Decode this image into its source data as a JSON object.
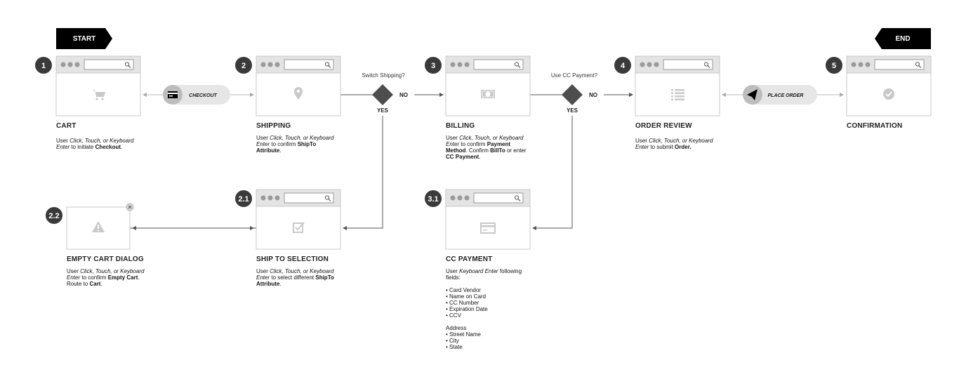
{
  "start_label": "START",
  "end_label": "END",
  "decisions": [
    {
      "question": "Switch Shipping?",
      "no": "NO",
      "yes": "YES"
    },
    {
      "question": "Use CC Payment?",
      "no": "NO",
      "yes": "YES"
    }
  ],
  "actions": {
    "checkout": {
      "label": "CHECKOUT",
      "icon": "credit-card-icon"
    },
    "place_order": {
      "label": "PLACE ORDER",
      "icon": "paper-plane-icon"
    }
  },
  "steps": [
    {
      "id": "cart",
      "badge": "1",
      "title": "CART",
      "icon": "cart-icon",
      "desc": {
        "pre": "User ",
        "actions": "Click, Touch, or Keyboard Enter",
        "mid": " to initiate ",
        "target": "Checkout",
        "post": "."
      }
    },
    {
      "id": "shipping",
      "badge": "2",
      "title": "SHIPPING",
      "icon": "location-pin-icon",
      "desc": {
        "pre": "User ",
        "actions": "Click, Touch, or Keyboard Enter",
        "mid": " to confirm ",
        "target": "ShipTo Attribute",
        "post": "."
      }
    },
    {
      "id": "billing",
      "badge": "3",
      "title": "BILLING",
      "icon": "cash-icon",
      "desc": {
        "pre": "User ",
        "actions": "Click, Touch, or Keyboard Enter",
        "mid": " to confirm ",
        "target": "Payment Method",
        "mid2": ". Confirm ",
        "target2": "BillTo",
        "mid3": " or enter ",
        "target3": "CC Payment",
        "post": "."
      }
    },
    {
      "id": "order_review",
      "badge": "4",
      "title": "ORDER REVIEW",
      "icon": "list-icon",
      "desc": {
        "pre": "User ",
        "actions": "Click, Touch, or Keyboard Enter",
        "mid": " to submit ",
        "target": "Order.",
        "post": ""
      }
    },
    {
      "id": "confirmation",
      "badge": "5",
      "title": "CONFIRMATION",
      "icon": "check-circle-icon"
    },
    {
      "id": "ship_to_selection",
      "badge": "2.1",
      "title": "SHIP TO SELECTION",
      "icon": "checkbox-icon",
      "desc": {
        "pre": "User ",
        "actions": "Click, Touch, or Keyboard Enter",
        "mid": " to select different ",
        "target": "ShipTo Attribute",
        "post": "."
      }
    },
    {
      "id": "empty_cart_dialog",
      "badge": "2.2",
      "title": "EMPTY CART DIALOG",
      "icon": "warning-icon",
      "desc": {
        "pre": "User ",
        "actions": "Click, Touch, or Keyboard Enter",
        "mid": " to confirm ",
        "target": "Empty Cart",
        "post": ".",
        "route_pre": "Route to ",
        "route_target": "Cart",
        "route_post": "."
      }
    },
    {
      "id": "cc_payment",
      "badge": "3.1",
      "title": "CC PAYMENT",
      "icon": "credit-card-icon",
      "desc": {
        "pre": "User ",
        "actions": "Keyboard Enter",
        "post": " following fields:"
      },
      "fields": [
        "• Card Vendor",
        "• Name on Card",
        "• CC Number",
        "• Expiration Date",
        "• CCV"
      ],
      "address_heading": "Address",
      "address_fields": [
        "• Street Name",
        "• City",
        "• State"
      ]
    }
  ],
  "colors": {
    "badge": "#3a3a3a",
    "diamond": "#4d4d4d",
    "tag": "#000000",
    "frame_bar": "#e4e4e4"
  }
}
